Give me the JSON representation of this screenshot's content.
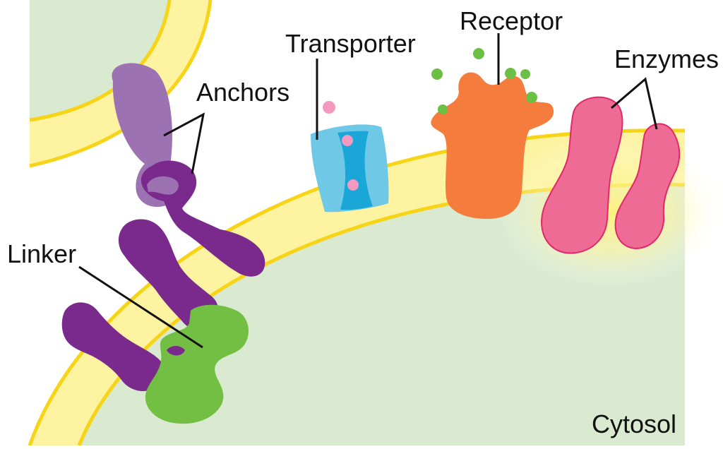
{
  "labels": {
    "anchors": "Anchors",
    "transporter": "Transporter",
    "receptor": "Receptor",
    "enzymes": "Enzymes",
    "linker": "Linker",
    "cytosol": "Cytosol"
  },
  "colors": {
    "cytosol": "#d9ead0",
    "membrane_fill": "#fdf3a0",
    "membrane_edge": "#f7d417",
    "anchor_light": "#9d72b2",
    "anchor_dark": "#7a2a8c",
    "linker_green": "#72bf44",
    "transporter_light": "#6fc9e6",
    "transporter_dark": "#1aa7d8",
    "receptor_orange": "#f47c3c",
    "enzyme_pink": "#ee6b95",
    "enzyme_edge": "#e0286b",
    "ligand_green": "#6bbf45",
    "solute_pink": "#f49ac1",
    "pointer_line": "#111111"
  }
}
